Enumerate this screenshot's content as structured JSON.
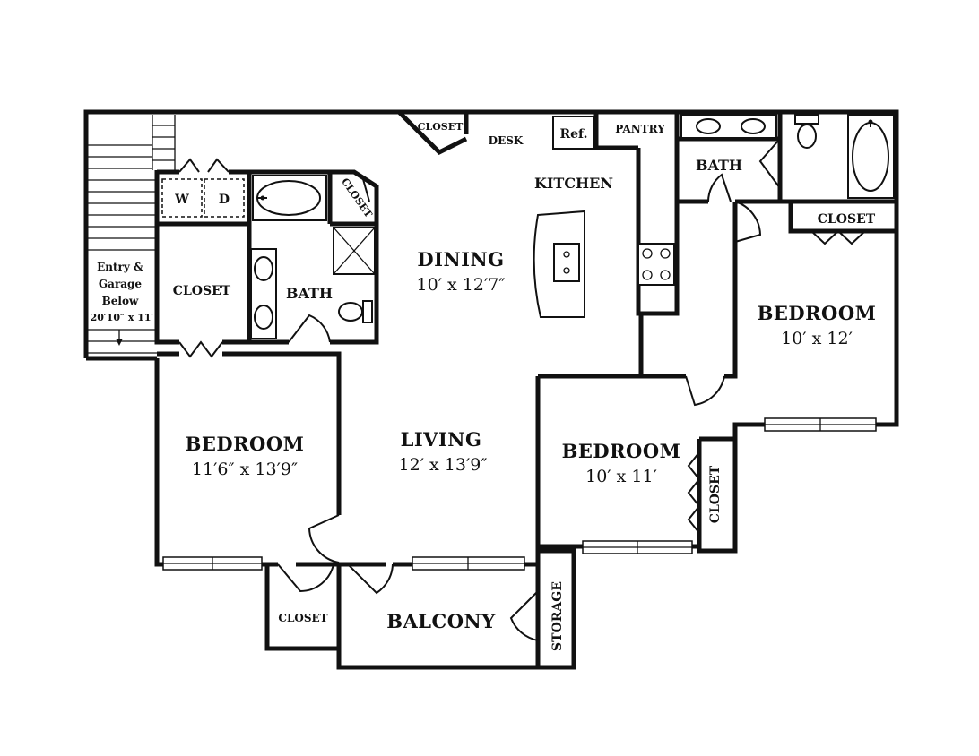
{
  "rooms": {
    "dining": {
      "name": "DINING",
      "size": "10′ x 12′7″"
    },
    "kitchen": {
      "name": "KITCHEN"
    },
    "living": {
      "name": "LIVING",
      "size": "12′ x 13′9″"
    },
    "bedroom_left": {
      "name": "BEDROOM",
      "size": "11′6″ x 13′9″"
    },
    "bedroom_center": {
      "name": "BEDROOM",
      "size": "10′ x 11′"
    },
    "bedroom_right": {
      "name": "BEDROOM",
      "size": "10′ x 12′"
    },
    "bath_left": {
      "name": "BATH"
    },
    "bath_right": {
      "name": "BATH"
    },
    "balcony": {
      "name": "BALCONY"
    },
    "storage": {
      "name": "STORAGE"
    }
  },
  "closets": {
    "top_kitchen": "CLOSET",
    "bath_left_corner": "CLOSET",
    "left_walkin": "CLOSET",
    "bottom_left": "CLOSET",
    "right_bedroom": "CLOSET",
    "center_bedroom": "CLOSET"
  },
  "fixtures": {
    "desk": "DESK",
    "refrigerator": "Ref.",
    "pantry": "PANTRY",
    "washer": "W",
    "dryer": "D"
  },
  "entry": {
    "line1": "Entry &",
    "line2": "Garage",
    "line3": "Below",
    "size": "20′10″ x 11′"
  }
}
